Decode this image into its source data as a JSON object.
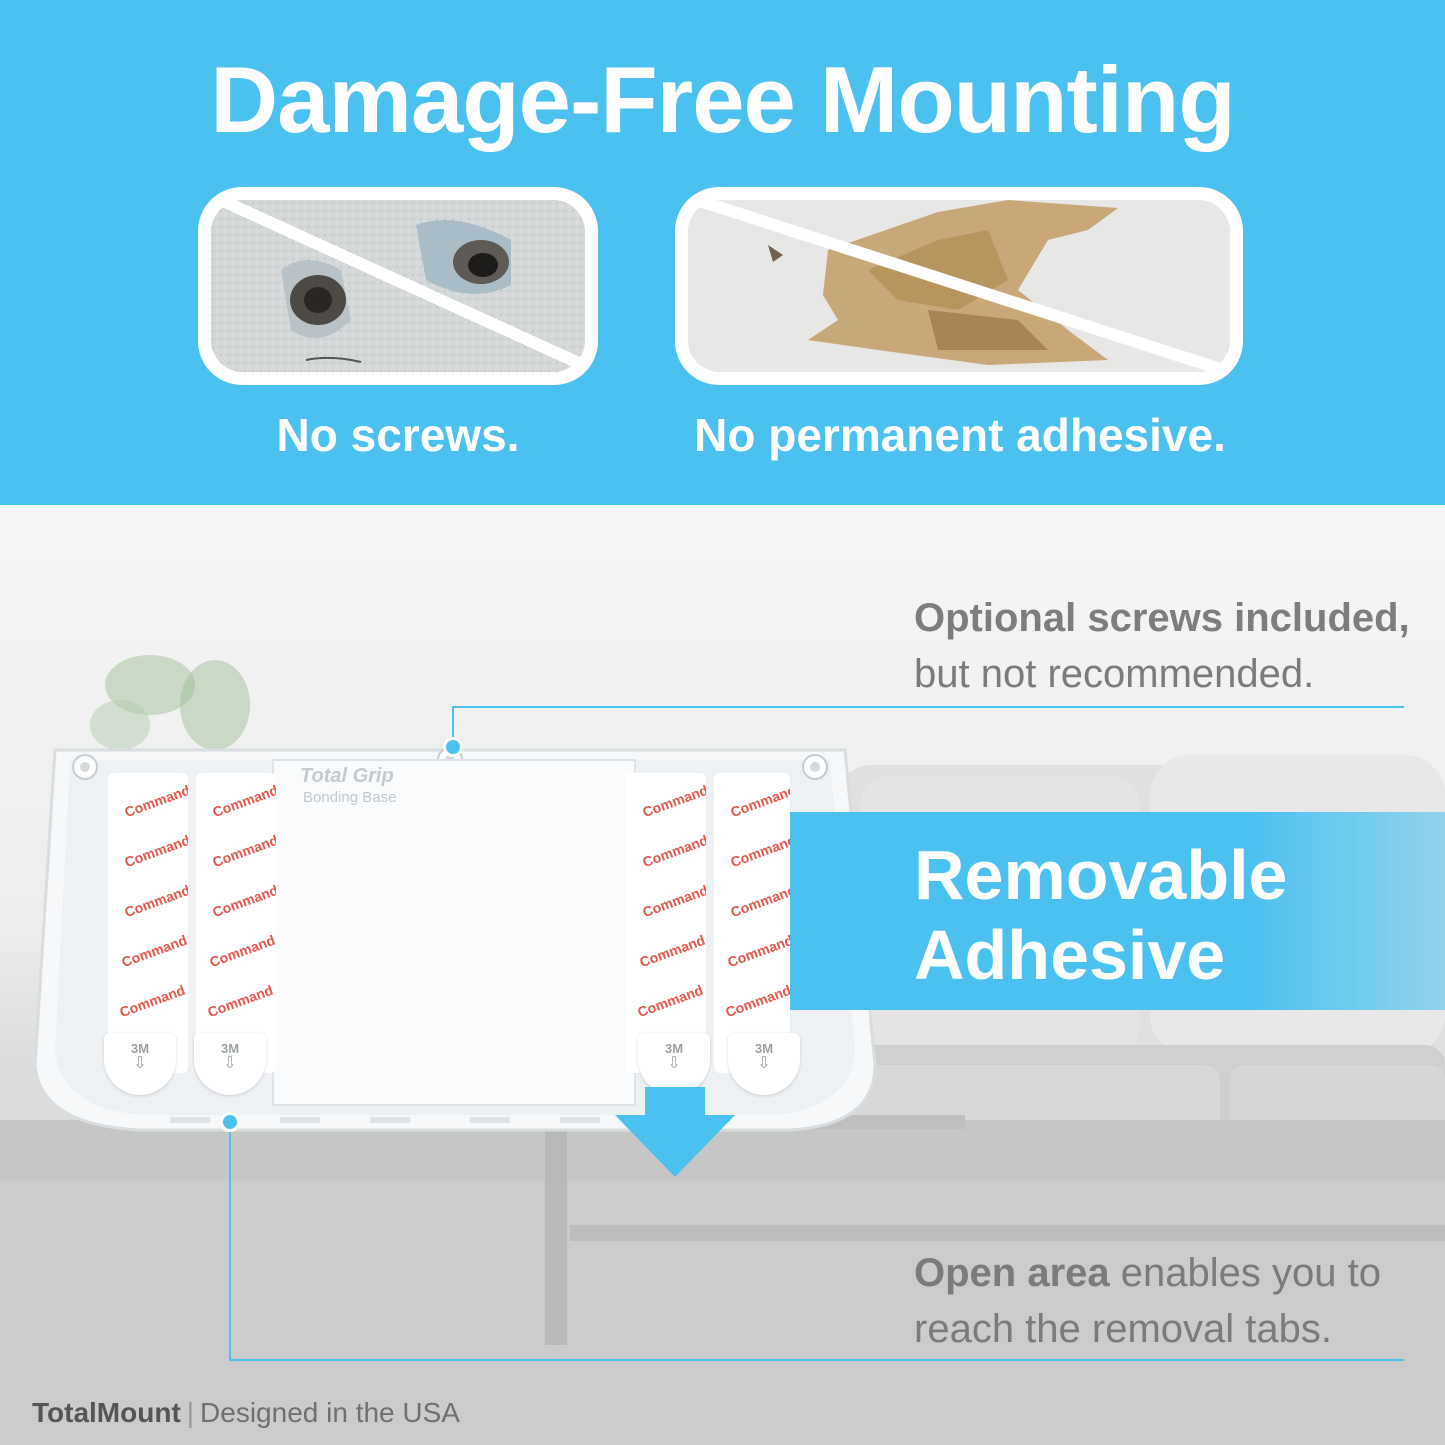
{
  "header": {
    "title": "Damage-Free Mounting",
    "captions": [
      "No screws.",
      "No permanent adhesive."
    ]
  },
  "annotations": {
    "screws_line1": "Optional screws included,",
    "screws_line2": "but not recommended.",
    "removable_line1": "Removable",
    "removable_line2": "Adhesive",
    "open_area_bold": "Open area",
    "open_area_rest": " enables you to",
    "open_area_line2": "reach the removal tabs."
  },
  "product": {
    "base_brand": "Total Grip",
    "base_sub": "Bonding Base",
    "strip_label": "Command",
    "tab_label": "3M"
  },
  "footer": {
    "brand": "TotalMount",
    "separator": "|",
    "tagline": "Designed in the USA"
  },
  "colors": {
    "accent": "#4bc1ef",
    "text_gray": "#7b7b7b",
    "white": "#ffffff"
  },
  "icons": [
    "no-symbol-slash-icon",
    "down-arrow-icon"
  ]
}
